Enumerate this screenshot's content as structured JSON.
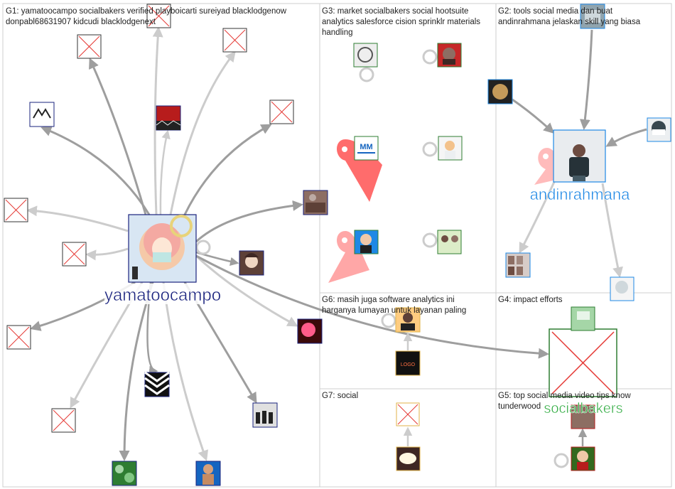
{
  "groups": [
    {
      "id": "G1",
      "lines": [
        "G1: yamatoocampo socialbakers verified playboicarti sureiyad blacklodgenow",
        "donpabl68631907 kidcudi blacklodgenext"
      ]
    },
    {
      "id": "G3",
      "lines": [
        "G3: market socialbakers social hootsuite",
        "analytics salesforce cision sprinklr materials",
        "handling"
      ]
    },
    {
      "id": "G2",
      "lines": [
        "G2: tools social media dan buat",
        "andinrahmana jelaskan skill yang biasa"
      ]
    },
    {
      "id": "G6",
      "lines": [
        "G6: masih juga software analytics ini",
        "harganya lumayan untuk layanan paling"
      ]
    },
    {
      "id": "G4",
      "lines": [
        "G4: impact efforts"
      ]
    },
    {
      "id": "G7",
      "lines": [
        "G7: social"
      ]
    },
    {
      "id": "G5",
      "lines": [
        "G5: top social media video tips know",
        "tunderwood"
      ]
    }
  ],
  "hubs": [
    {
      "id": "yamatoocampo",
      "label": "yamatoocampo",
      "color": "#1a237e"
    },
    {
      "id": "andinrahmana",
      "label": "andinrahmana",
      "color": "#1e88e5"
    },
    {
      "id": "socialbakers",
      "label": "socialbakers",
      "color": "#2eab3f"
    }
  ],
  "colors": {
    "edge_dark": "#9e9e9e",
    "edge_light": "#cccccc",
    "placeholder_cross": "#e53935",
    "selfloop_red": "#ff4d4d",
    "selfloop_pink": "#ffb3b3"
  }
}
